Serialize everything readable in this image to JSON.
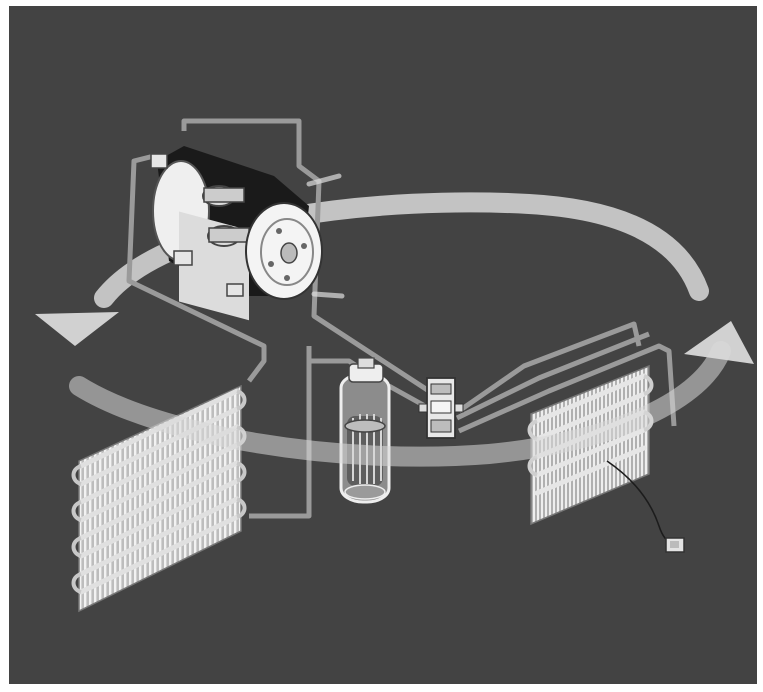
{
  "diagram": {
    "background_color": "#434343",
    "frame_color": "#ffffff",
    "cycle_arrow_color": "#d9d9d9",
    "pipe_color": "#9a9a9a",
    "components": [
      {
        "name": "compressor",
        "icon": "compressor-icon"
      },
      {
        "name": "condenser",
        "icon": "condenser-icon"
      },
      {
        "name": "receiver-drier",
        "icon": "receiver-drier-icon"
      },
      {
        "name": "expansion-valve",
        "icon": "expansion-valve-icon"
      },
      {
        "name": "evaporator",
        "icon": "evaporator-icon"
      },
      {
        "name": "thermostat-sensor",
        "icon": "sensor-icon"
      }
    ],
    "cycle_direction": "counterclockwise"
  }
}
